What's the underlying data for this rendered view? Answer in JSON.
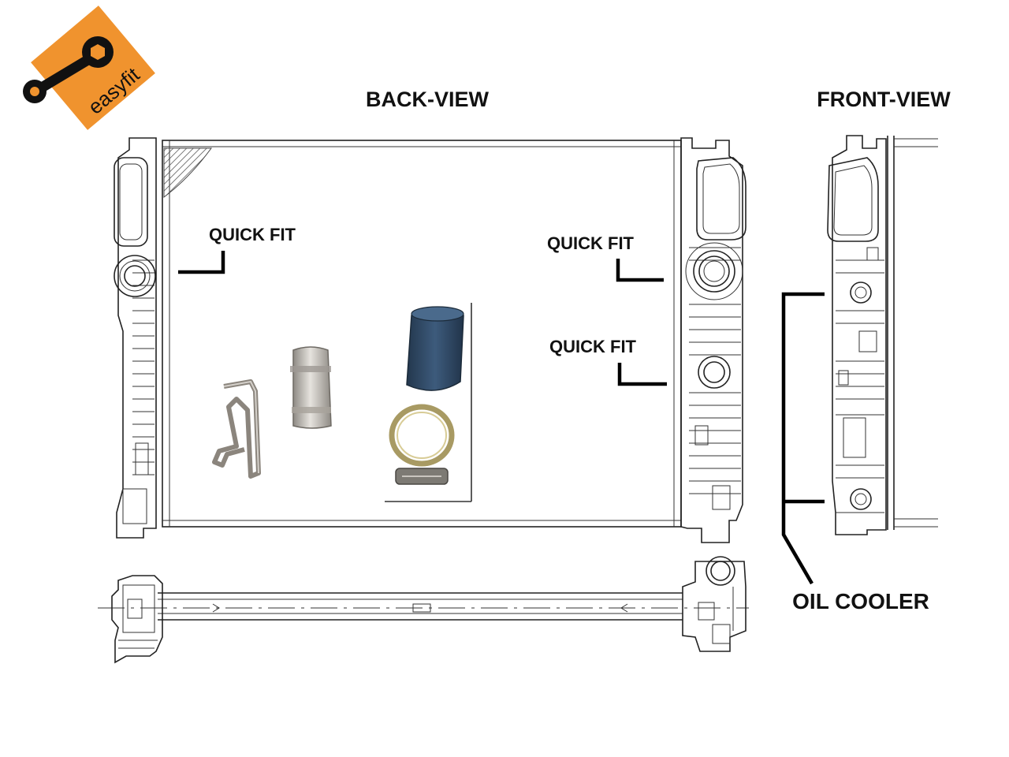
{
  "brand": {
    "logo_text": "easyfit",
    "colors": {
      "logo_orange": "#f0932e",
      "logo_icon": "#111111"
    },
    "icon": "wrench-icon"
  },
  "views": {
    "back_label": "BACK-VIEW",
    "front_label": "FRONT-VIEW"
  },
  "callouts": {
    "quick_fit_left": "QUICK FIT",
    "quick_fit_right_upper": "QUICK FIT",
    "quick_fit_right_lower": "QUICK FIT",
    "oil_cooler": "OIL COOLER"
  },
  "accessories": [
    "spring-clip",
    "metal-bracket",
    "rubber-sleeve",
    "hose-clamp"
  ],
  "colors": {
    "line": "#222222",
    "sleeve": "#34506e",
    "metal": "#b9b4ad"
  }
}
